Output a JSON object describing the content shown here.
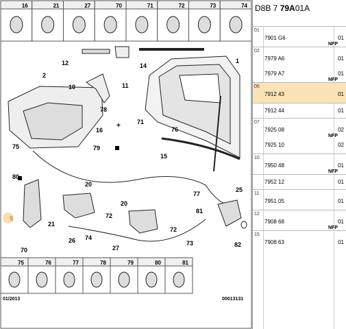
{
  "header": {
    "code_prefix": "D8B 7",
    "code_bold": "79A",
    "code_suffix": "01A"
  },
  "top_strip": [
    "16",
    "21",
    "27",
    "70",
    "71",
    "72",
    "73",
    "74"
  ],
  "bottom_strip": [
    "75",
    "76",
    "77",
    "78",
    "79",
    "80",
    "81"
  ],
  "labels": {
    "l1": "1",
    "l2": "2",
    "l5": "5",
    "l10": "10",
    "l11": "11",
    "l12": "12",
    "l14": "14",
    "l15": "15",
    "l16": "16",
    "l20a": "20",
    "l20b": "20",
    "l21": "21",
    "l25": "25",
    "l26": "26",
    "l27": "27",
    "l70": "70",
    "l71": "71",
    "l72a": "72",
    "l72b": "72",
    "l73": "73",
    "l74": "74",
    "l75": "75",
    "l76": "76",
    "l77": "77",
    "l78": "78",
    "l79": "79",
    "l80": "80",
    "l81": "81",
    "l82": "82"
  },
  "footer": {
    "date": "01/2013",
    "doc": "00013131"
  },
  "groups": [
    {
      "group": "01",
      "parts": [
        {
          "ref": "7901 G6",
          "nfp": "NFP",
          "qty": "01"
        }
      ]
    },
    {
      "group": "02",
      "parts": [
        {
          "ref": "7979 A6",
          "nfp": "",
          "qty": "01"
        },
        {
          "ref": "7979 A7",
          "nfp": "NFP",
          "qty": "01"
        }
      ]
    },
    {
      "group": "06",
      "highlight": true,
      "parts": [
        {
          "ref": "7912 43",
          "nfp": "",
          "qty": "01"
        }
      ]
    },
    {
      "group": "",
      "parts": [
        {
          "ref": "7912 44",
          "nfp": "",
          "qty": "01"
        }
      ]
    },
    {
      "group": "07",
      "parts": [
        {
          "ref": "7925 08",
          "nfp": "NFP",
          "qty": "02"
        },
        {
          "ref": "7925 10",
          "nfp": "",
          "qty": "02"
        }
      ]
    },
    {
      "group": "10",
      "parts": [
        {
          "ref": "7950 48",
          "nfp": "NFP",
          "qty": "01"
        }
      ]
    },
    {
      "group": "",
      "parts": [
        {
          "ref": "7952 12",
          "nfp": "",
          "qty": "01"
        }
      ]
    },
    {
      "group": "11",
      "parts": [
        {
          "ref": "7951 05",
          "nfp": "",
          "qty": "01"
        }
      ]
    },
    {
      "group": "12",
      "parts": [
        {
          "ref": "7908 68",
          "nfp": "NFP",
          "qty": "01"
        }
      ]
    },
    {
      "group": "15",
      "parts": [
        {
          "ref": "7908 63",
          "nfp": "",
          "qty": "01"
        }
      ]
    }
  ]
}
